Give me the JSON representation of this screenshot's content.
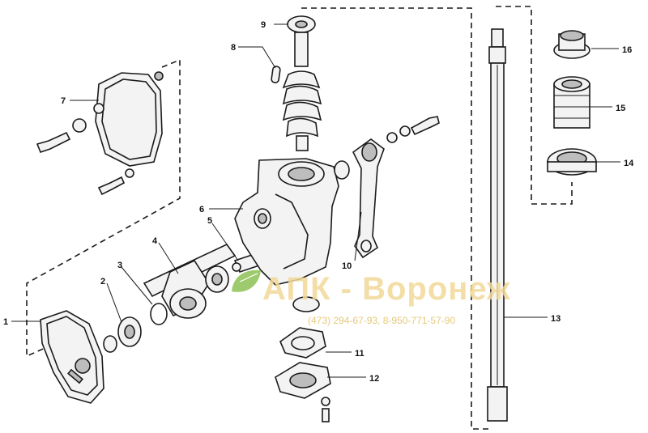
{
  "callouts": [
    {
      "id": "1",
      "label": "1"
    },
    {
      "id": "2",
      "label": "2"
    },
    {
      "id": "3",
      "label": "3"
    },
    {
      "id": "4",
      "label": "4"
    },
    {
      "id": "5",
      "label": "5"
    },
    {
      "id": "6",
      "label": "6"
    },
    {
      "id": "7",
      "label": "7"
    },
    {
      "id": "8",
      "label": "8"
    },
    {
      "id": "9",
      "label": "9"
    },
    {
      "id": "10",
      "label": "10"
    },
    {
      "id": "11",
      "label": "11"
    },
    {
      "id": "12",
      "label": "12"
    },
    {
      "id": "13",
      "label": "13"
    },
    {
      "id": "14",
      "label": "14"
    },
    {
      "id": "15",
      "label": "15"
    },
    {
      "id": "16",
      "label": "16"
    }
  ],
  "watermark": {
    "title": "АПК - Воронеж",
    "phones": "(473) 294-67-93, 8-950-771-57-90",
    "logo": "leaf-logo-icon",
    "colors": {
      "text": "#f2d998",
      "logo": "#8cc152"
    }
  }
}
